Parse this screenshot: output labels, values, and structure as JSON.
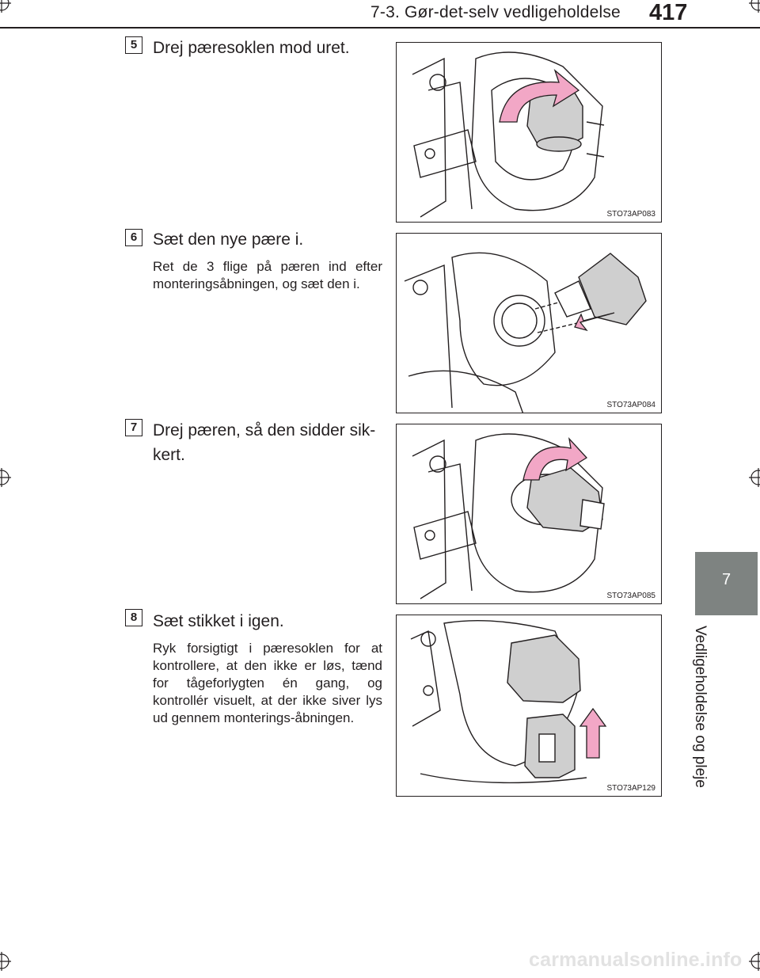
{
  "header": {
    "section_title": "7-3. Gør-det-selv vedligeholdelse",
    "page_number": "417"
  },
  "side_tab": {
    "chapter_number": "7",
    "chapter_label": "Vedligeholdelse og pleje",
    "tab_color": "#7e8381"
  },
  "steps": [
    {
      "marker": "5",
      "title": "Drej pæresoklen mod uret.",
      "body": "",
      "figure_code": "STO73AP083"
    },
    {
      "marker": "6",
      "title": "Sæt den nye pære i.",
      "body": "Ret de 3 flige på pæren ind efter monteringsåbningen, og sæt den i.",
      "figure_code": "STO73AP084"
    },
    {
      "marker": "7",
      "title": "Drej pæren, så den sidder sik-kert.",
      "body": "",
      "figure_code": "STO73AP085"
    },
    {
      "marker": "8",
      "title": "Sæt stikket i igen.",
      "body": "Ryk forsigtigt i pæresoklen for at kontrollere, at den ikke er løs, tænd for tågeforlygten én gang, og kontrollér visuelt, at der ikke siver lys ud gennem monterings-åbningen.",
      "figure_code": "STO73AP129"
    }
  ],
  "arrow_color": "#f2a7c6",
  "bulb_color": "#cfcfcf",
  "watermark": "carmanualsonline.info"
}
